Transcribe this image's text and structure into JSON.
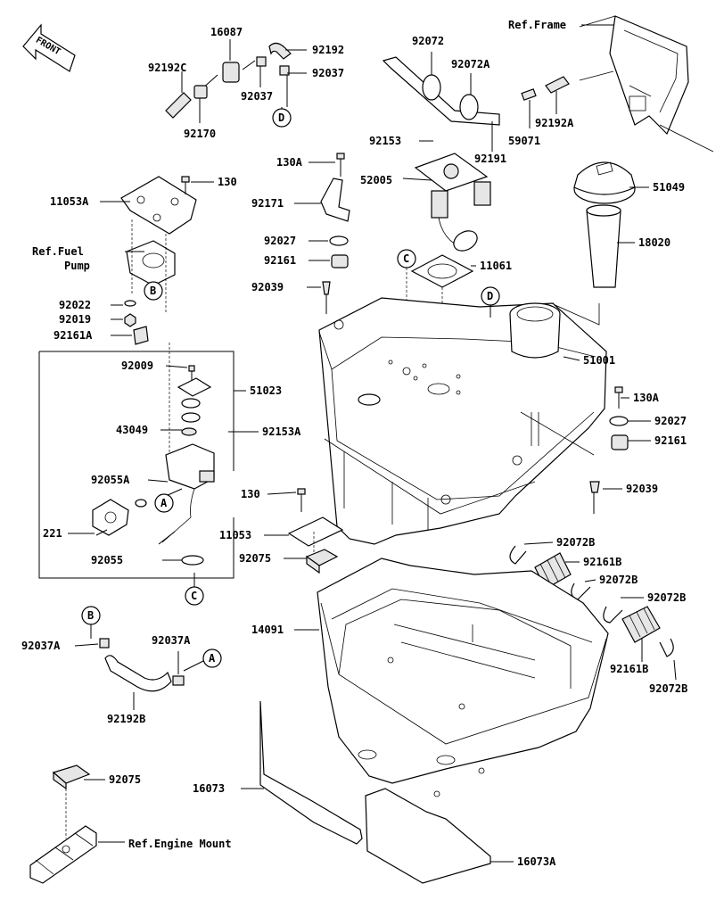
{
  "diagram": {
    "front_label": "FRONT",
    "labels": {
      "p16087": "16087",
      "p92192": "92192",
      "p92192C": "92192C",
      "p92037_top": "92037",
      "p92037_mid": "92037",
      "p92170": "92170",
      "p92072": "92072",
      "p92072A": "92072A",
      "refFrame": "Ref.Frame",
      "p59071": "59071",
      "p92192A": "92192A",
      "p92153": "92153",
      "p92191": "92191",
      "p130A_top": "130A",
      "p130_top": "130",
      "p11053A": "11053A",
      "p92171": "92171",
      "p52005": "52005",
      "p51049": "51049",
      "refFuelPump1": "Ref.Fuel",
      "refFuelPump2": "Pump",
      "p92027_top": "92027",
      "p92161_top": "92161",
      "p18020": "18020",
      "p11061": "11061",
      "p92039_top": "92039",
      "p92022": "92022",
      "p92019": "92019",
      "p92161A": "92161A",
      "p92009": "92009",
      "p51023": "51023",
      "p51001": "51001",
      "p43049": "43049",
      "p92153A": "92153A",
      "p130A_right": "130A",
      "p92027_right": "92027",
      "p92161_right": "92161",
      "p92055A": "92055A",
      "p92039_right": "92039",
      "p130_mid": "130",
      "p221": "221",
      "p11053": "11053",
      "p92055": "92055",
      "p92075_mid": "92075",
      "p92072B_1": "92072B",
      "p92161B_1": "92161B",
      "p92072B_2": "92072B",
      "p92072B_3": "92072B",
      "p14091": "14091",
      "p92037A_left": "92037A",
      "p92037A_mid": "92037A",
      "p92161B_2": "92161B",
      "p92072B_4": "92072B",
      "p92192B": "92192B",
      "p92075_bottom": "92075",
      "p16073": "16073",
      "refEngineMount": "Ref.Engine Mount",
      "p16073A": "16073A"
    },
    "callouts": {
      "A1": "A",
      "A2": "A",
      "B1": "B",
      "B2": "B",
      "C1": "C",
      "C2": "C",
      "D1": "D",
      "D2": "D"
    }
  }
}
